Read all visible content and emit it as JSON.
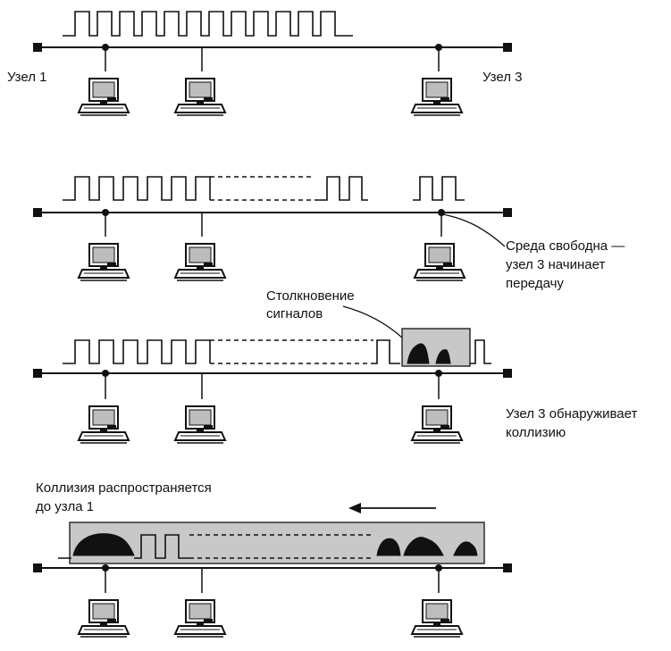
{
  "labels": {
    "node1": "Узел 1",
    "node3": "Узел 3",
    "medium_free": [
      "Среда свободна —",
      "узел 3 начинает",
      "передачу"
    ],
    "collision": [
      "Столкновение",
      "сигналов"
    ],
    "node3_detects": [
      "Узел 3 обнаруживает",
      "коллизию"
    ],
    "collision_propagates": [
      "Коллизия распространяется",
      "до узла 1"
    ]
  },
  "icons": {
    "computer": "computer-icon",
    "arrow": "arrow-left-icon",
    "terminator": "bus-terminator-icon"
  },
  "colors": {
    "ink": "#111111",
    "collision_fill": "#c8c8c8",
    "monitor_screen": "#bdbdbd"
  }
}
